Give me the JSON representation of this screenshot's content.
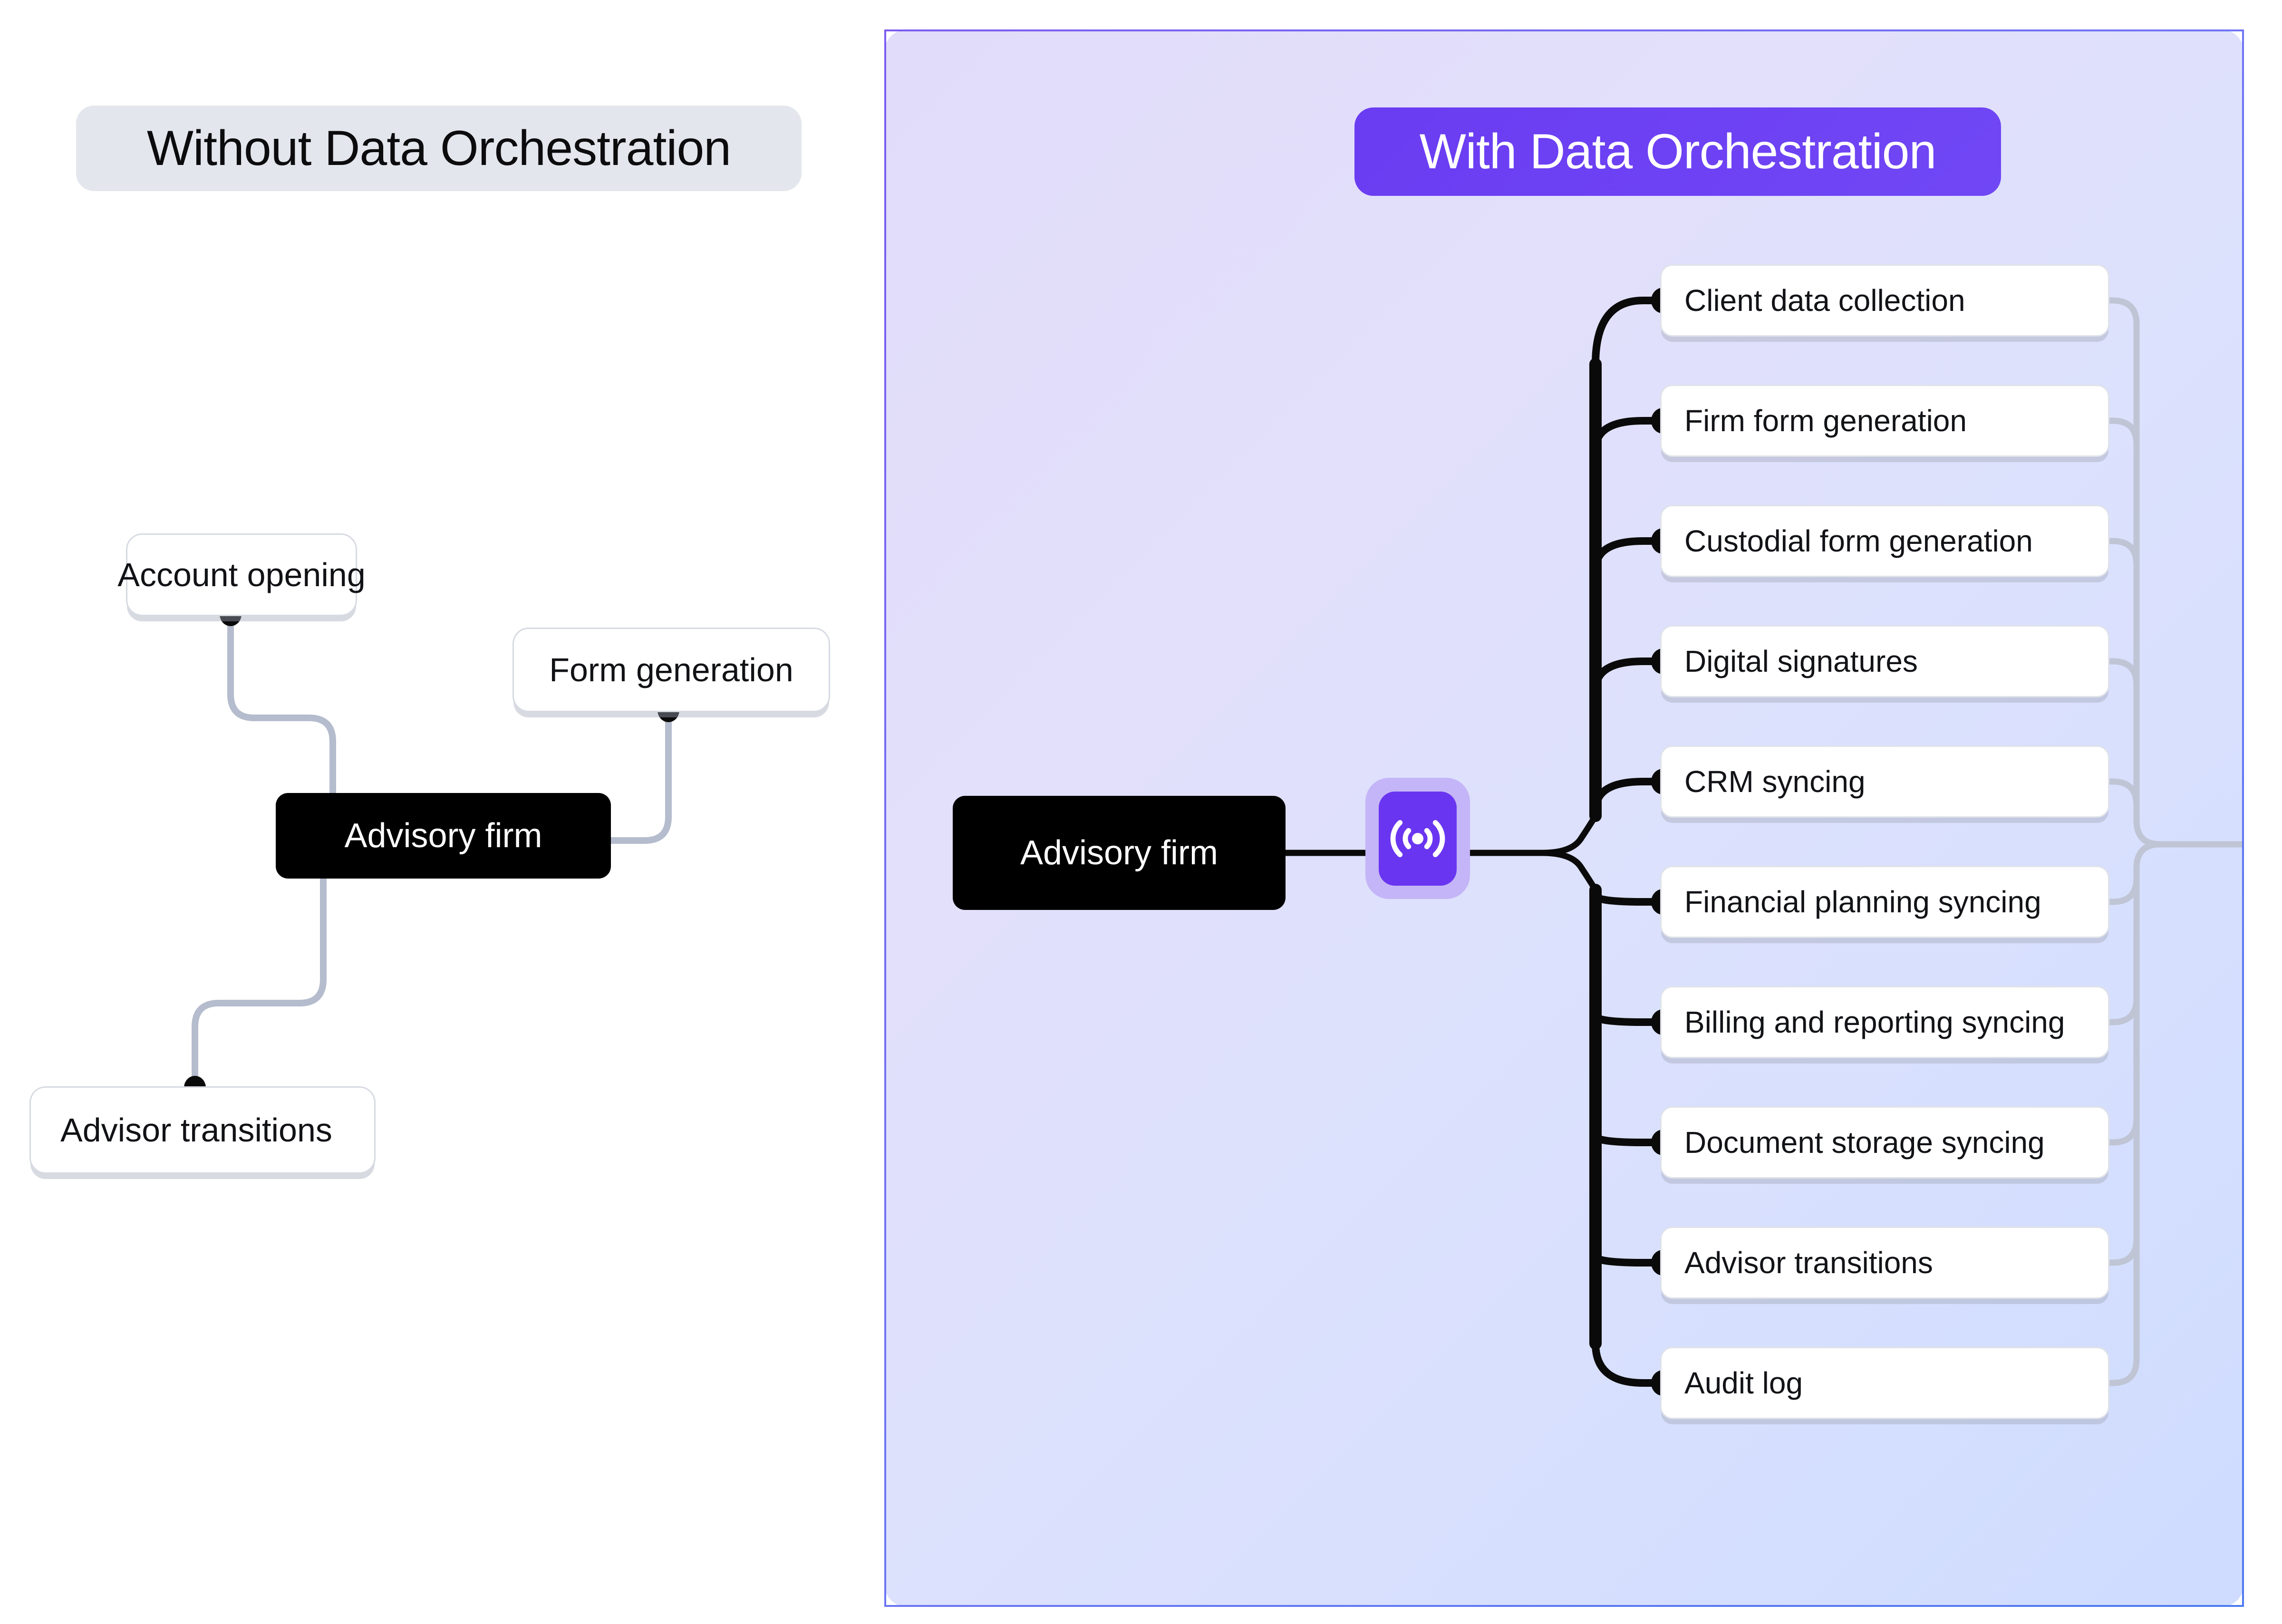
{
  "left_panel": {
    "header": {
      "label": "Without Data Orchestration"
    },
    "center_node": {
      "label": "Advisory firm"
    },
    "nodes": [
      {
        "id": "account-opening",
        "label": "Account opening"
      },
      {
        "id": "form-generation",
        "label": "Form generation"
      },
      {
        "id": "advisor-transitions",
        "label": "Advisor transitions"
      }
    ]
  },
  "right_panel": {
    "header": {
      "label": "With Data Orchestration"
    },
    "center_node": {
      "label": "Advisory firm"
    },
    "hub": {
      "icon": "broadcast-signal-icon"
    },
    "nodes": [
      {
        "id": "client-data-collection",
        "label": "Client data collection"
      },
      {
        "id": "firm-form-generation",
        "label": "Firm form generation"
      },
      {
        "id": "custodial-form-generation",
        "label": "Custodial form generation"
      },
      {
        "id": "digital-signatures",
        "label": "Digital signatures"
      },
      {
        "id": "crm-syncing",
        "label": "CRM syncing"
      },
      {
        "id": "financial-planning-syncing",
        "label": "Financial planning syncing"
      },
      {
        "id": "billing-and-reporting-syncing",
        "label": "Billing and reporting syncing"
      },
      {
        "id": "document-storage-syncing",
        "label": "Document storage syncing"
      },
      {
        "id": "advisor-transitions",
        "label": "Advisor transitions"
      },
      {
        "id": "audit-log",
        "label": "Audit log"
      }
    ]
  },
  "colors": {
    "accent_purple": "#6a35f0",
    "panel_border_start": "#7b5bf0",
    "panel_border_end": "#4d7af0",
    "node_black": "#000000",
    "grey_pill": "#e3e6ec",
    "connector_grey": "#b4bccd",
    "connector_black": "#0a0a0a"
  }
}
